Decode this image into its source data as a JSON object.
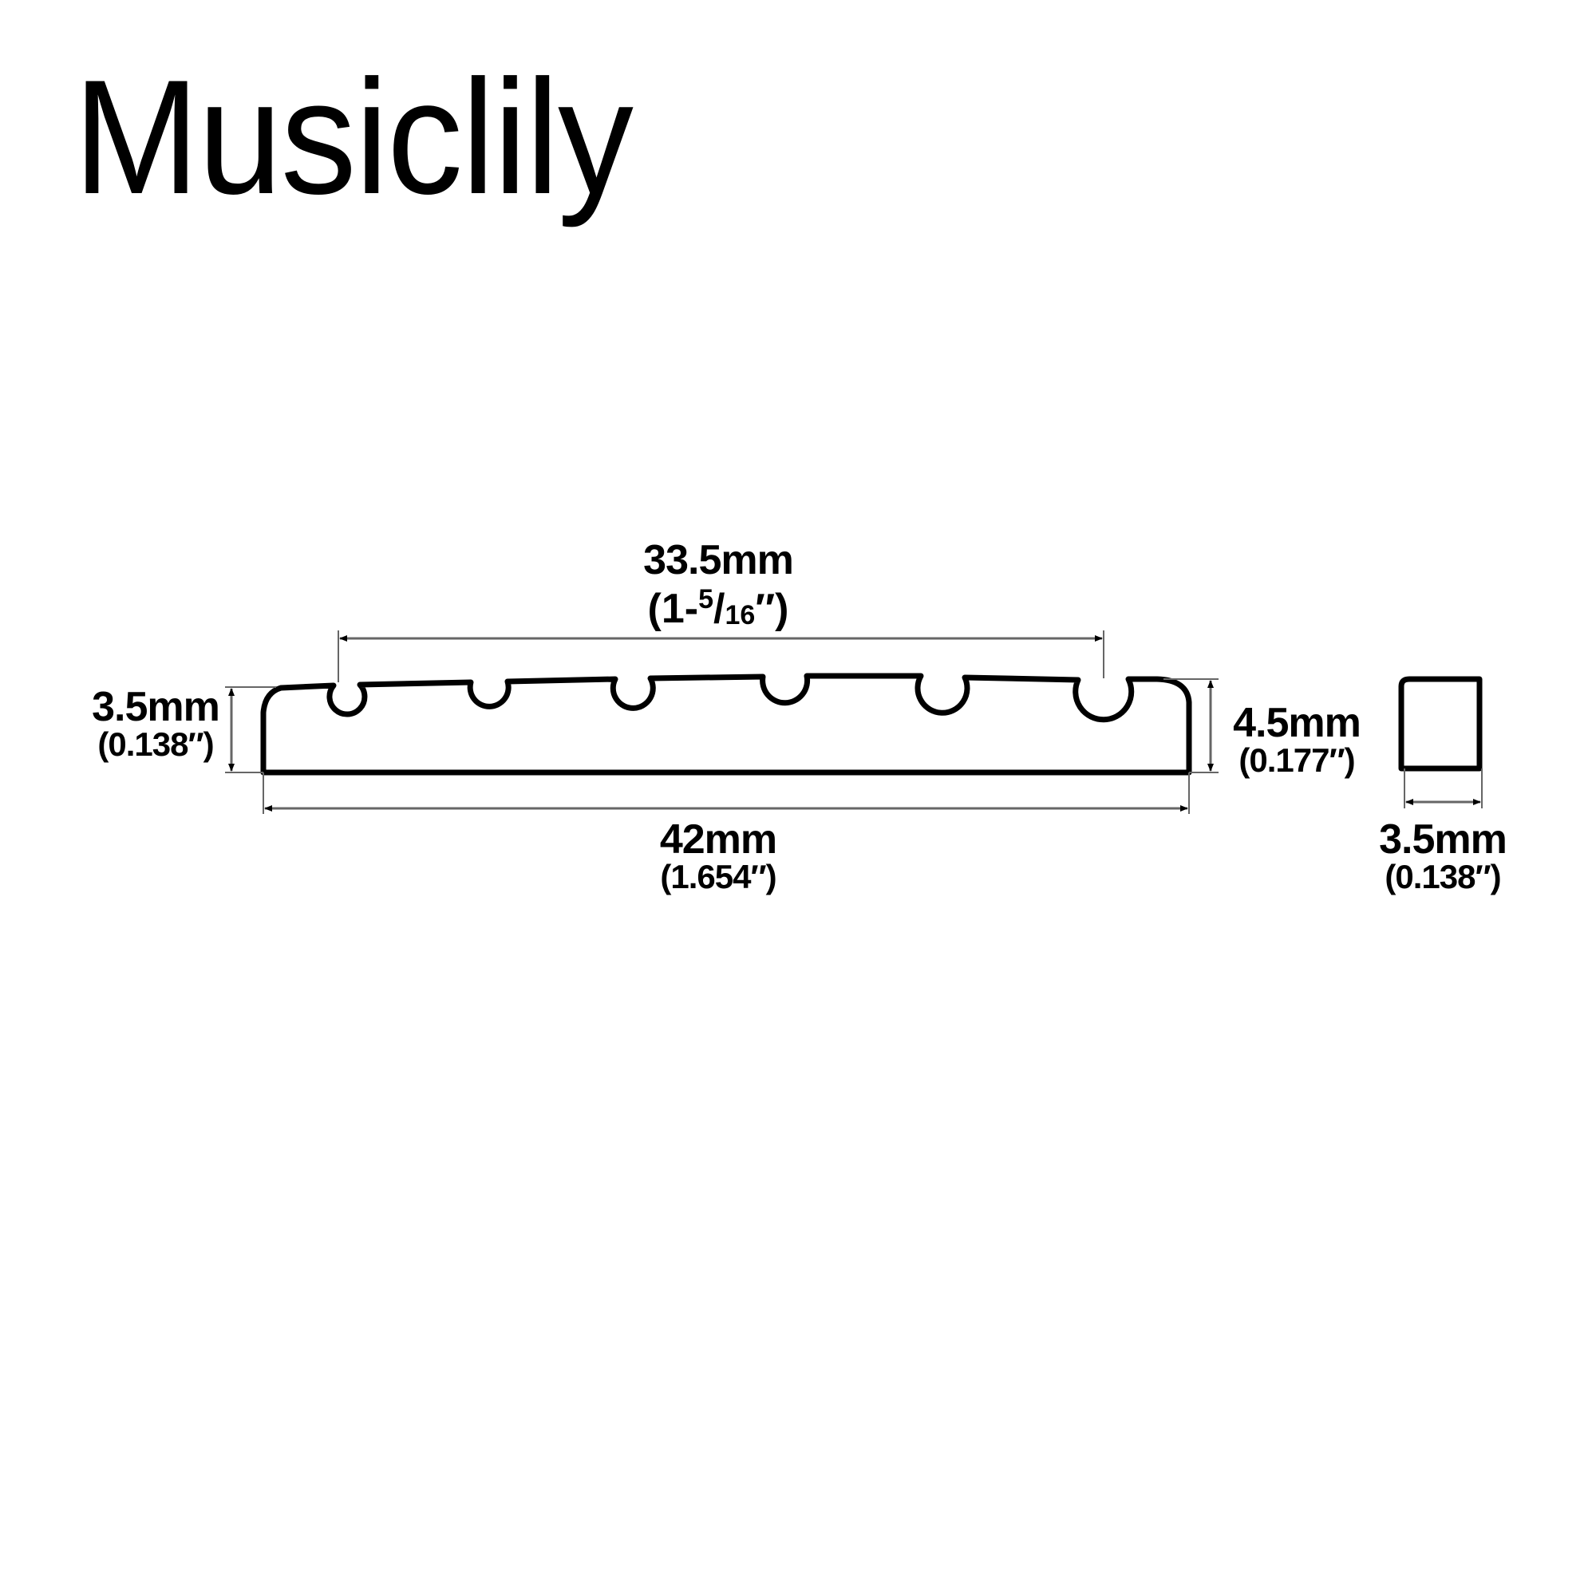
{
  "brand": {
    "name": "Musiclily"
  },
  "diagram": {
    "subject": "guitar nut dimension drawing",
    "stroke_color": "#000000",
    "dimension_line_color": "#666666",
    "string_slots": 6,
    "dimensions": {
      "string_spacing": {
        "mm": "33.5mm",
        "inch_open": "(1-",
        "inch_num": "5",
        "inch_slash": "/",
        "inch_den": "16",
        "inch_close": "″)"
      },
      "height_low": {
        "mm": "3.5mm",
        "inch": "(0.138″)"
      },
      "height_high": {
        "mm": "4.5mm",
        "inch": "(0.177″)"
      },
      "length": {
        "mm": "42mm",
        "inch": "(1.654″)"
      },
      "width": {
        "mm": "3.5mm",
        "inch": "(0.138″)"
      }
    }
  }
}
